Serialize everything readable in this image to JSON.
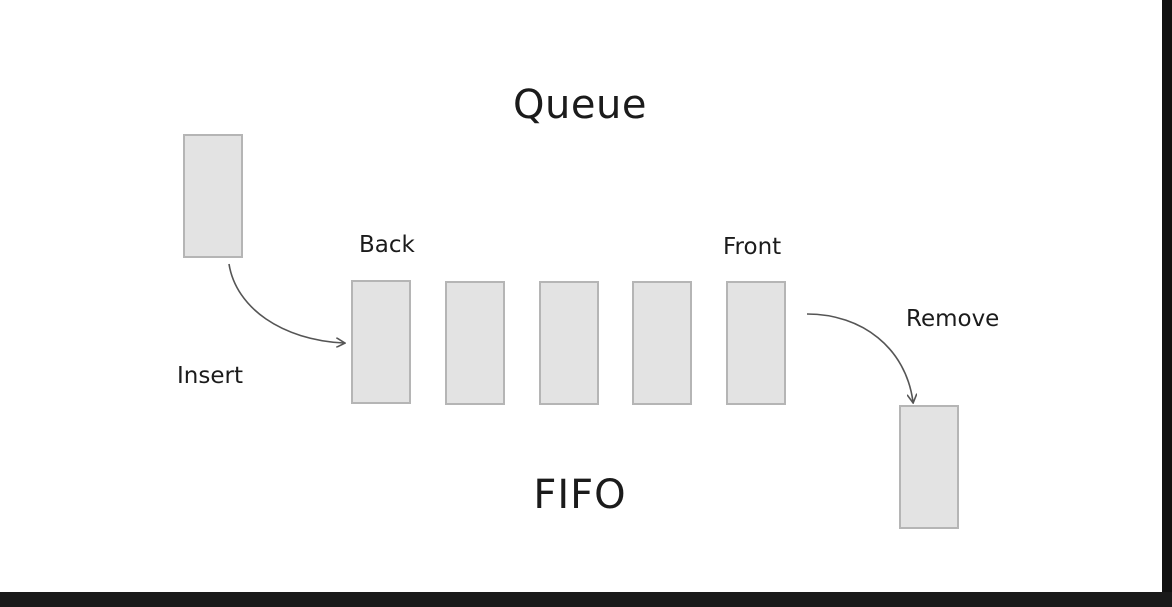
{
  "title": "Queue",
  "subtitle": "FIFO",
  "labels": {
    "back": "Back",
    "front": "Front",
    "insert": "Insert",
    "remove": "Remove"
  },
  "queue_slot_count": 5,
  "colors": {
    "background": "#ffffff",
    "box_fill": "#e3e3e3",
    "box_border": "#b5b5b5",
    "text": "#1b1b1b",
    "arrow": "#555555"
  }
}
